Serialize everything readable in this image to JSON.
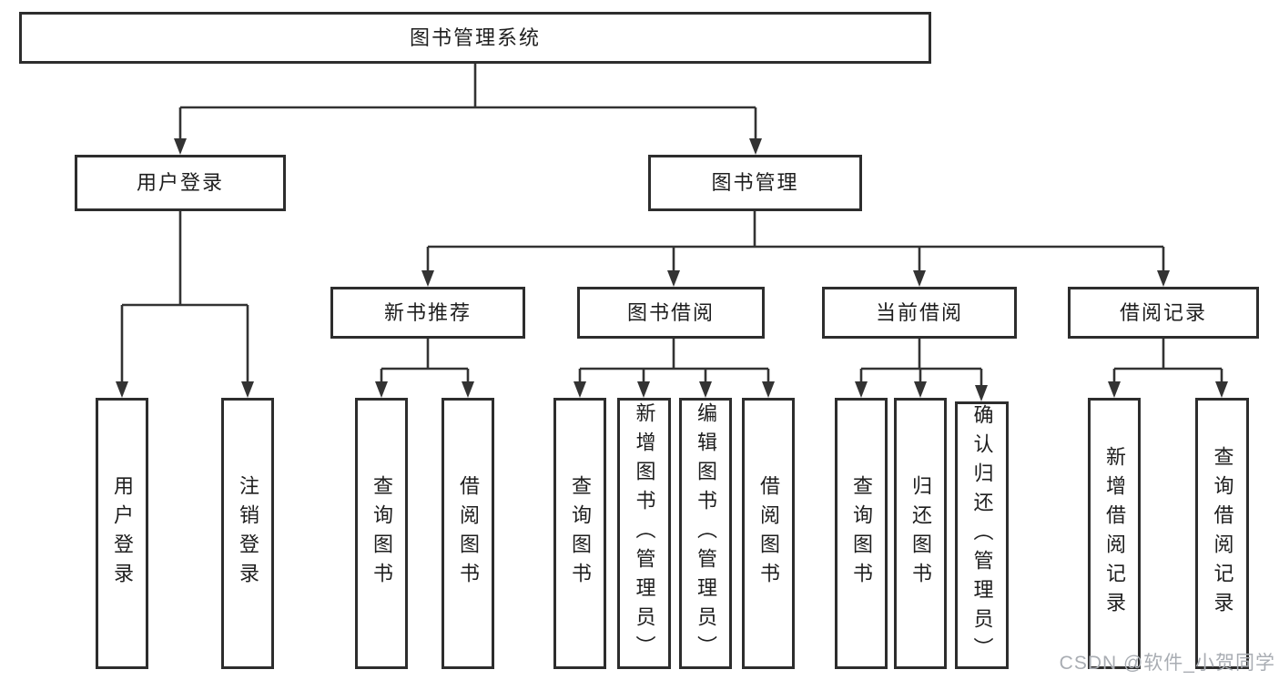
{
  "diagram": {
    "type": "hierarchy-tree",
    "watermark": {
      "text": "CSDN @软件_小贺同学"
    },
    "colors": {
      "background": "#ffffff",
      "line": "#333333",
      "box_border": "#2d2d2d",
      "text": "#1e1e1e",
      "watermark": "#a9adb3"
    },
    "nodes": {
      "root": {
        "label": "图书管理系统"
      },
      "user_login": {
        "label": "用户登录"
      },
      "book_mgmt": {
        "label": "图书管理"
      },
      "new_book_rec": {
        "label": "新书推荐"
      },
      "book_borrow": {
        "label": "图书借阅"
      },
      "current_borrow": {
        "label": "当前借阅"
      },
      "borrow_record": {
        "label": "借阅记录"
      },
      "login": {
        "label": "用户登录"
      },
      "logout": {
        "label": "注销登录"
      },
      "rec_query": {
        "label": "查询图书"
      },
      "rec_borrow": {
        "label": "借阅图书"
      },
      "bb_query": {
        "label": "查询图书"
      },
      "bb_add": {
        "label": "新增图书（管理员）"
      },
      "bb_edit": {
        "label": "编辑图书（管理员）"
      },
      "bb_borrow": {
        "label": "借阅图书"
      },
      "cb_query": {
        "label": "查询图书"
      },
      "cb_return": {
        "label": "归还图书"
      },
      "cb_confirm": {
        "label": "确认归还（管理员）"
      },
      "br_add": {
        "label": "新增借阅记录"
      },
      "br_query": {
        "label": "查询借阅记录"
      }
    },
    "edges": [
      {
        "from": "root",
        "to": [
          "user_login",
          "book_mgmt"
        ]
      },
      {
        "from": "user_login",
        "to": [
          "login",
          "logout"
        ]
      },
      {
        "from": "book_mgmt",
        "to": [
          "new_book_rec",
          "book_borrow",
          "current_borrow",
          "borrow_record"
        ]
      },
      {
        "from": "new_book_rec",
        "to": [
          "rec_query",
          "rec_borrow"
        ]
      },
      {
        "from": "book_borrow",
        "to": [
          "bb_query",
          "bb_add",
          "bb_edit",
          "bb_borrow"
        ]
      },
      {
        "from": "current_borrow",
        "to": [
          "cb_query",
          "cb_return",
          "cb_confirm"
        ]
      },
      {
        "from": "borrow_record",
        "to": [
          "br_add",
          "br_query"
        ]
      }
    ]
  }
}
